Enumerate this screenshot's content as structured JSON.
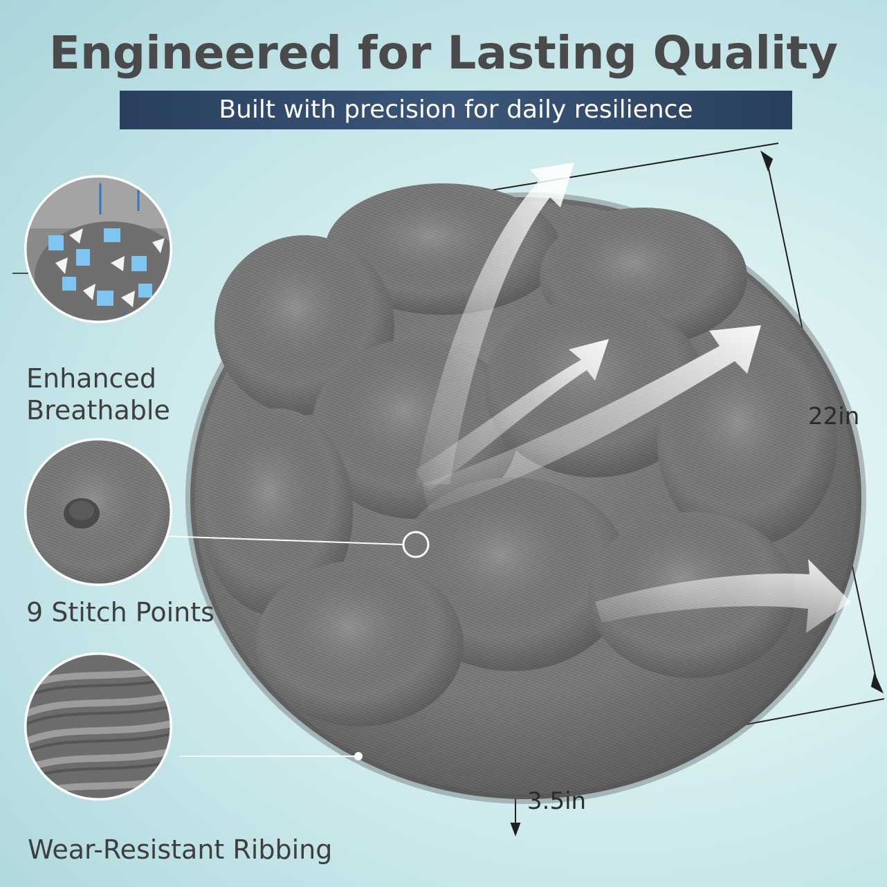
{
  "header": {
    "title": "Engineered for Lasting Quality",
    "subtitle": "Built with precision for daily resilience"
  },
  "features": [
    {
      "label_line1": "Enhanced",
      "label_line2": "Breathable",
      "icon": "foam-fill-closeup"
    },
    {
      "label": "9 Stitch Points",
      "icon": "stitch-point-closeup"
    },
    {
      "label": "Wear-Resistant Ribbing",
      "icon": "corduroy-ribbing-closeup"
    }
  ],
  "dimensions": {
    "diameter": "22in",
    "thickness": "3.5in"
  },
  "colors": {
    "banner": "#344c6e",
    "cushion": "#7d7d7d",
    "background": "#c6e6e9",
    "heading": "#4a4a4a"
  }
}
